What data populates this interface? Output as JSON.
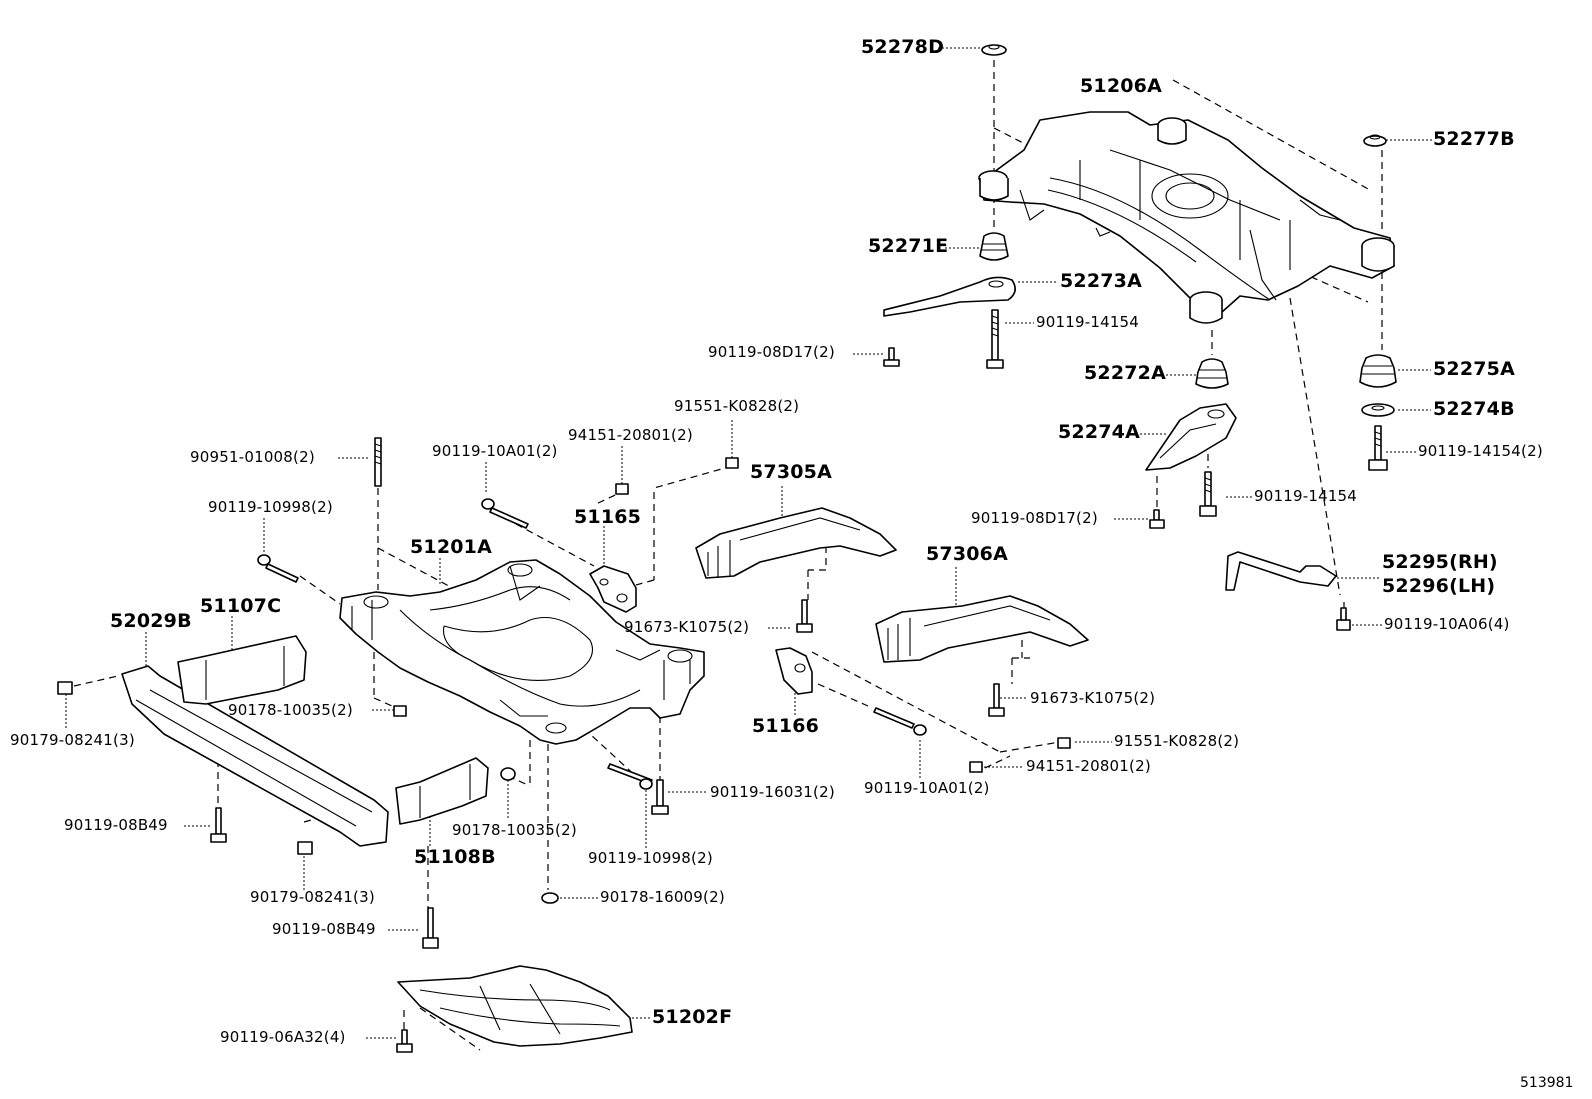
{
  "diagram_ref": "513981",
  "labels": {
    "p52278D": "52278D",
    "p51206A": "51206A",
    "p52277B": "52277B",
    "p52271E": "52271E",
    "p52273A": "52273A",
    "p90119_14154_a": "90119-14154",
    "p90119_08D17_a": "90119-08D17(2)",
    "p52272A": "52272A",
    "p52275A": "52275A",
    "p52274B": "52274B",
    "p52274A": "52274A",
    "p90119_14154_b": "90119-14154(2)",
    "p90119_14154_c": "90119-14154",
    "p90119_08D17_b": "90119-08D17(2)",
    "p52295": "52295(RH)",
    "p52296": "52296(LH)",
    "p90119_10A06": "90119-10A06(4)",
    "p91551_K0828_a": "91551-K0828(2)",
    "p94151_20801_a": "94151-20801(2)",
    "p90119_10A01_a": "90119-10A01(2)",
    "p90951_01008": "90951-01008(2)",
    "p90119_10998_a": "90119-10998(2)",
    "p57305A": "57305A",
    "p51165": "51165",
    "p51201A": "51201A",
    "p57306A": "57306A",
    "p52029B": "52029B",
    "p51107C": "51107C",
    "p91673_K1075_a": "91673-K1075(2)",
    "p90178_10035_a": "90178-10035(2)",
    "p90179_08241_a": "90179-08241(3)",
    "p91673_K1075_b": "91673-K1075(2)",
    "p51166": "51166",
    "p91551_K0828_b": "91551-K0828(2)",
    "p94151_20801_b": "94151-20801(2)",
    "p90119_16031": "90119-16031(2)",
    "p90119_10A01_b": "90119-10A01(2)",
    "p90119_08B49_a": "90119-08B49",
    "p90178_10035_b": "90178-10035(2)",
    "p90119_10998_b": "90119-10998(2)",
    "p51108B": "51108B",
    "p90179_08241_b": "90179-08241(3)",
    "p90178_16009": "90178-16009(2)",
    "p90119_08B49_b": "90119-08B49",
    "p51202F": "51202F",
    "p90119_06A32": "90119-06A32(4)"
  }
}
